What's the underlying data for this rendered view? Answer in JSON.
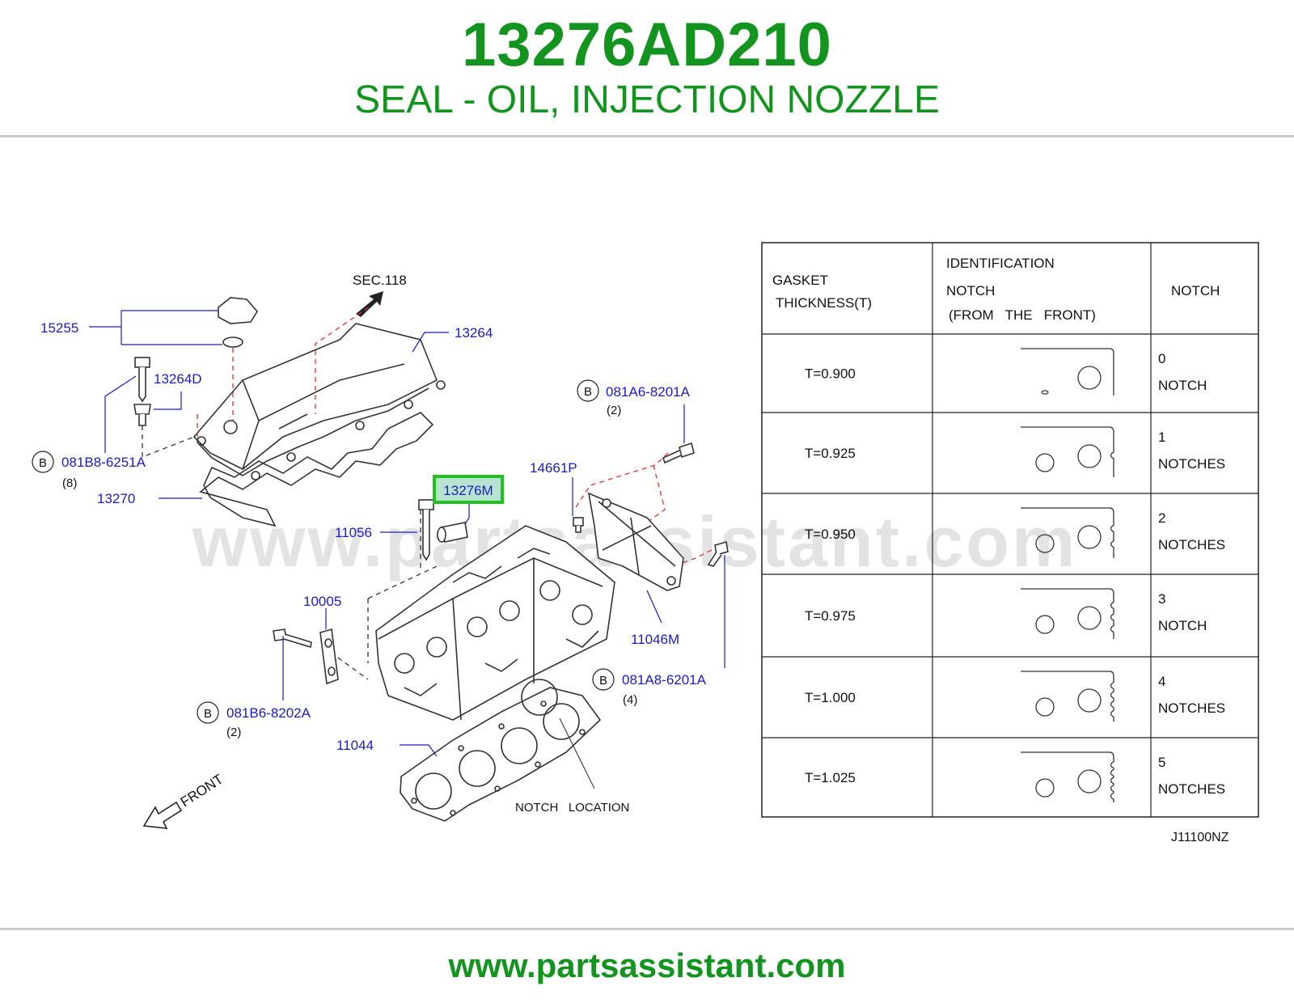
{
  "header": {
    "part_number": "13276AD210",
    "part_name": "SEAL - OIL, INJECTION NOZZLE"
  },
  "footer": {
    "url": "www.partsassistant.com"
  },
  "watermark": "www.partsassistant.com",
  "colors": {
    "brand_green": "#12941f",
    "callout_blue": "#1a1acc",
    "highlight_box": "#22c21e",
    "highlight_fill": "#b8e3d0"
  },
  "diagram": {
    "sec_label": "SEC.118",
    "front_label": "FRONT",
    "notch_location_label": "NOTCH   LOCATION",
    "figure_code": "J11100NZ",
    "bolt_marker": "B",
    "callouts": {
      "c15255": "15255",
      "c13264": "13264",
      "c13264D": "13264D",
      "c081B8": "081B8-6251A",
      "c081B8_qty": "(8)",
      "c13270": "13270",
      "c081A6": "081A6-8201A",
      "c081A6_qty": "(2)",
      "c14661P": "14661P",
      "c13276M": "13276M",
      "c11056": "11056",
      "c10005": "10005",
      "c11046M": "11046M",
      "c081A8": "081A8-6201A",
      "c081A8_qty": "(4)",
      "c081B6": "081B6-8202A",
      "c081B6_qty": "(2)",
      "c11044": "11044"
    }
  },
  "table": {
    "headers": {
      "thickness_line1": "GASKET",
      "thickness_line2": "THICKNESS(T)",
      "ident_line1": "IDENTIFICATION",
      "ident_line2": "NOTCH",
      "ident_line3": "(FROM   THE   FRONT)",
      "notch": "NOTCH"
    },
    "rows": [
      {
        "thickness": "T=0.900",
        "count": "0",
        "unit": "NOTCH",
        "notches": 0
      },
      {
        "thickness": "T=0.925",
        "count": "1",
        "unit": "NOTCHES",
        "notches": 1
      },
      {
        "thickness": "T=0.950",
        "count": "2",
        "unit": "NOTCHES",
        "notches": 2
      },
      {
        "thickness": "T=0.975",
        "count": "3",
        "unit": "NOTCH",
        "notches": 3
      },
      {
        "thickness": "T=1.000",
        "count": "4",
        "unit": "NOTCHES",
        "notches": 4
      },
      {
        "thickness": "T=1.025",
        "count": "5",
        "unit": "NOTCHES",
        "notches": 5
      }
    ]
  }
}
